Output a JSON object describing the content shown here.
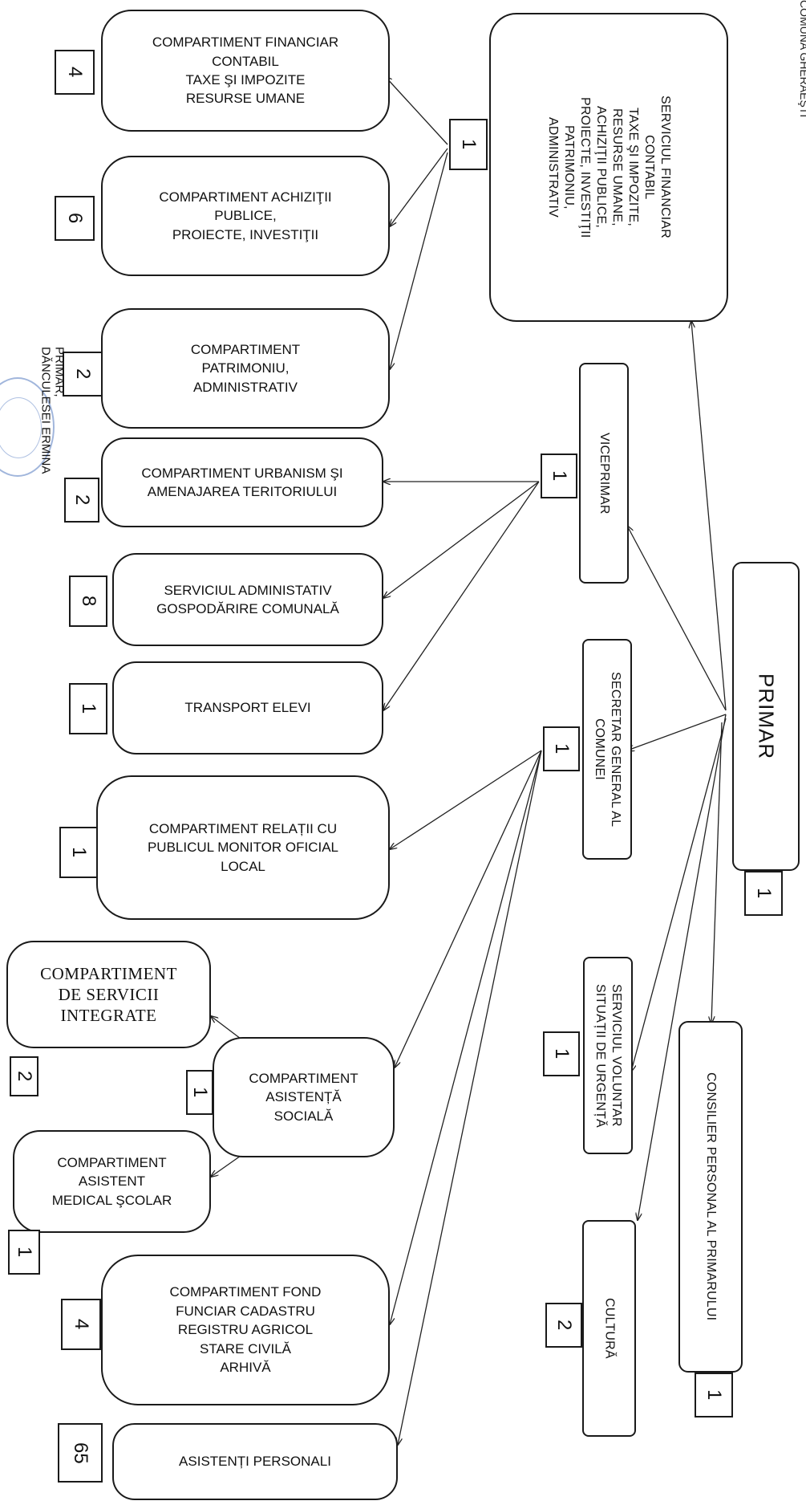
{
  "header": {
    "commune": "COMUNA GHERAEŞTI"
  },
  "primar": {
    "label": "PRIMAR",
    "count": "1"
  },
  "serviciul_financiar": {
    "label": "SERVICIUL FINANCIAR\nCONTABIL\nTAXE ŞI IMPOZITE,\nRESURSE UMANE,\nACHIZIŢII PUBLICE,\nPROIECTE, INVESTIŢII\nPATRIMONIU,\nADMINISTRATIV",
    "count": "1"
  },
  "viceprimar": {
    "label": "VICEPRIMAR",
    "count": "1"
  },
  "secretar": {
    "label": "SECRETAR GENERAL AL\nCOMUNEI",
    "count": "1"
  },
  "voluntar": {
    "label": "SERVICIUL VOLUNTAR\nSITUAȚII DE URGENȚĂ",
    "count": "1"
  },
  "cultura": {
    "label": "CULTURĂ",
    "count": "2"
  },
  "consilier": {
    "label": "CONSILIER PERSONAL AL PRIMARULUI",
    "count": "1"
  },
  "compartments": [
    {
      "label": "COMPARTIMENT FINANCIAR\nCONTABIL\nTAXE ŞI IMPOZITE\nRESURSE UMANE",
      "count": "4"
    },
    {
      "label": "COMPARTIMENT ACHIZIŢII\nPUBLICE,\nPROIECTE, INVESTIŢII",
      "count": "6"
    },
    {
      "label": "COMPARTIMENT\nPATRIMONIU,\nADMINISTRATIV",
      "count": "2"
    },
    {
      "label": "COMPARTIMENT URBANISM ŞI\nAMENAJAREA TERITORIULUI",
      "count": "2"
    },
    {
      "label": "SERVICIUL  ADMINISTATIV\nGOSPODĂRIRE COMUNALĂ",
      "count": "8"
    },
    {
      "label": "TRANSPORT ELEVI",
      "count": "1"
    },
    {
      "label": "COMPARTIMENT RELAȚII CU\nPUBLICUL  MONITOR OFICIAL\nLOCAL",
      "count": "1"
    },
    {
      "label": "COMPARTIMENT\nDE  SERVICII\nINTEGRATE",
      "count": "2"
    },
    {
      "label": "COMPARTIMENT\nASISTENȚĂ\nSOCIALĂ",
      "count": "1"
    },
    {
      "label": "COMPARTIMENT\nASISTENT\nMEDICAL ŞCOLAR",
      "count": "1"
    },
    {
      "label": "COMPARTIMENT FOND\nFUNCIAR CADASTRU\nREGISTRU AGRICOL\nSTARE CIVILĂ\nARHIVĂ",
      "count": "4"
    },
    {
      "label": "ASISTENȚI PERSONALI",
      "count": "65"
    }
  ],
  "signature": {
    "line1": "PRIMAR,",
    "line2": "DĂNCULESEI ERMINA"
  }
}
